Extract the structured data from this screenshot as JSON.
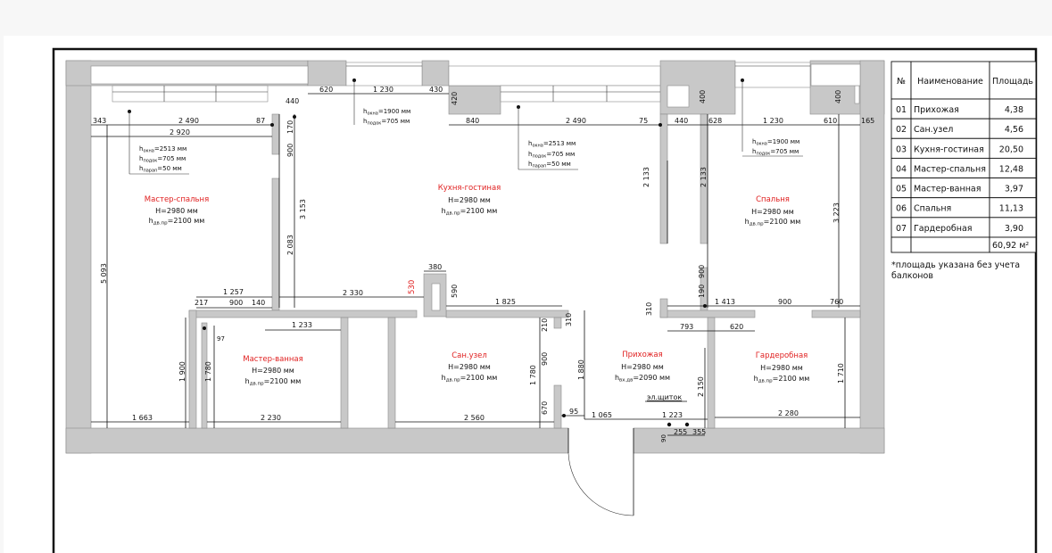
{
  "rooms": {
    "master_bedroom": {
      "name": "Мастер-спальня",
      "height": "H=2980 мм",
      "door": "h",
      "door_sub": "дв.пр",
      "door_val": "=2100 мм"
    },
    "kitchen": {
      "name": "Кухня-гостиная",
      "height": "H=2980 мм",
      "door": "h",
      "door_sub": "дв.пр",
      "door_val": "=2100 мм"
    },
    "bedroom": {
      "name": "Спальня",
      "height": "H=2980 мм",
      "door": "h",
      "door_sub": "дв.пр",
      "door_val": "=2100 мм"
    },
    "master_bath": {
      "name": "Мастер-ванная",
      "height": "H=2980 мм",
      "door": "h",
      "door_sub": "дв.пр",
      "door_val": "=2100 мм"
    },
    "bathroom": {
      "name": "Сан.узел",
      "height": "H=2980 мм",
      "door": "h",
      "door_sub": "дв.пр",
      "door_val": "=2100 мм"
    },
    "hallway": {
      "name": "Прихожая",
      "height": "H=2980 мм",
      "door": "h",
      "door_sub": "вх.дв",
      "door_val": "=2090 мм"
    },
    "wardrobe": {
      "name": "Гардеробная",
      "height": "H=2980 мм",
      "door": "h",
      "door_sub": "дв.пр",
      "door_val": "=2100 мм"
    }
  },
  "window_notes": {
    "master": {
      "l1_sub": "окна",
      "l1_val": "=2513 мм",
      "l2_sub": "подок",
      "l2_val": "=705 мм",
      "l3_sub": "парап",
      "l3_val": "=50 мм"
    },
    "kitchen_left": {
      "l1_sub": "окна",
      "l1_val": "=1900 мм",
      "l2_sub": "подок",
      "l2_val": "=705 мм"
    },
    "kitchen_right": {
      "l1_sub": "окна",
      "l1_val": "=2513 мм",
      "l2_sub": "подок",
      "l2_val": "=705 мм",
      "l3_sub": "парап",
      "l3_val": "=50 мм"
    },
    "bedroom": {
      "l1_sub": "окна",
      "l1_val": "=1900 мм",
      "l2_sub": "подок",
      "l2_val": "=705 мм"
    }
  },
  "electrical_panel": "эл.щиток",
  "dimensions": {
    "d343": "343",
    "d2490a": "2 490",
    "d87": "87",
    "d2920": "2 920",
    "d440a": "440",
    "d620a": "620",
    "d1230a": "1 230",
    "d430": "430",
    "d420": "420",
    "d840": "840",
    "d2490b": "2 490",
    "d75": "75",
    "d440b": "440",
    "d628": "628",
    "d1230b": "1 230",
    "d610": "610",
    "d165": "165",
    "d400a": "400",
    "d400b": "400",
    "d170": "170",
    "d900a": "900",
    "d3153": "3 153",
    "d2083": "2 083",
    "d5093": "5 093",
    "d2133a": "2 133",
    "d2133b": "2 133",
    "d3223": "3 223",
    "d380": "380",
    "d530": "530",
    "d590": "590",
    "d1257": "1 257",
    "d217": "217",
    "d900b": "900",
    "d140": "140",
    "d2330": "2 330",
    "d1825": "1 825",
    "d1233": "1 233",
    "d97": "97",
    "d1900": "1 900",
    "d1780a": "1 780",
    "d210": "210",
    "d310a": "310",
    "d900c": "900",
    "d1780b": "1 780",
    "d670": "670",
    "d1880": "1 880",
    "d190": "190",
    "d900d": "900",
    "d310b": "310",
    "d1413": "1 413",
    "d900e": "900",
    "d760": "760",
    "d793": "793",
    "d620b": "620",
    "d2150": "2 150",
    "d1710": "1 710",
    "d1663": "1 663",
    "d2230": "2 230",
    "d2560": "2 560",
    "d95": "95",
    "d1065": "1 065",
    "d1223": "1 223",
    "d2280": "2 280",
    "d90": "90",
    "d255": "255",
    "d355": "355"
  },
  "table": {
    "headers": [
      "№",
      "Наименование",
      "Площадь"
    ],
    "rows": [
      {
        "num": "01",
        "name": "Прихожая",
        "area": "4,38"
      },
      {
        "num": "02",
        "name": "Сан.узел",
        "area": "4,56"
      },
      {
        "num": "03",
        "name": "Кухня-гостиная",
        "area": "20,50"
      },
      {
        "num": "04",
        "name": "Мастер-спальня",
        "area": "12,48"
      },
      {
        "num": "05",
        "name": "Мастер-ванная",
        "area": "3,97"
      },
      {
        "num": "06",
        "name": "Спальня",
        "area": "11,13"
      },
      {
        "num": "07",
        "name": "Гардеробная",
        "area": "3,90"
      }
    ],
    "total": "60,92 м²",
    "note_line1": "*площадь указана без учета",
    "note_line2": "балконов"
  }
}
